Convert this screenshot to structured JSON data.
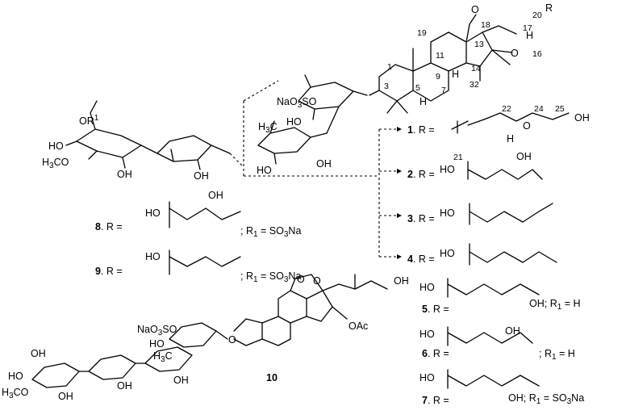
{
  "atoms": {
    "or1": "OR",
    "or1_sup": "1",
    "ho_a": "HO",
    "h3co_a": "H",
    "h3co_b": "3",
    "h3co_c": "CO",
    "oh_a": "OH",
    "oh_b": "OH",
    "nao3so_a": "NaO",
    "nao3so_b": "3",
    "nao3so_c": "SO",
    "ho_b": "HO",
    "h3c_a": "H",
    "h3c_b": "3",
    "h3c_c": "C",
    "ho_c": "HO",
    "oh_c": "OH",
    "o_aldehyde": "O",
    "o_ether": "O",
    "h_17": "H",
    "h_9": "H",
    "h_5": "H",
    "r_top": "R",
    "oh_25": "OH",
    "o_24": "O",
    "h_24": "H"
  },
  "numbering": [
    "19",
    "1",
    "11",
    "9",
    "3",
    "5",
    "7",
    "14",
    "32",
    "13",
    "18",
    "20",
    "17",
    "16",
    "22",
    "24",
    "25",
    "21"
  ],
  "compounds": [
    {
      "num": "1",
      "label": ". R ="
    },
    {
      "num": "2",
      "label": ". R =",
      "ho": "HO",
      "oh": "OH"
    },
    {
      "num": "3",
      "label": ". R =",
      "ho": "HO"
    },
    {
      "num": "4",
      "label": ". R =",
      "ho": "HO"
    },
    {
      "num": "5",
      "label": ". R =",
      "ho": "HO",
      "oh": "OH",
      "r1": "; R",
      "r1_sub": "1",
      "r1_val": " = H"
    },
    {
      "num": "6",
      "label": ". R =",
      "ho": "HO",
      "oh": "OH",
      "r1": "; R",
      "r1_sub": "1",
      "r1_val": " = H"
    },
    {
      "num": "7",
      "label": ". R =",
      "ho": "HO",
      "oh": "OH",
      "r1": "; R",
      "r1_sub": "1",
      "r1_val": " = SO",
      "r1_sub2": "3",
      "r1_val2": "Na"
    },
    {
      "num": "8",
      "label": ". R =",
      "ho": "HO",
      "oh": "OH",
      "r1": "; R",
      "r1_sub": "1",
      "r1_val": " = SO",
      "r1_sub2": "3",
      "r1_val2": "Na"
    },
    {
      "num": "9",
      "label": ". R =",
      "ho": "HO",
      "r1": "; R",
      "r1_sub": "1",
      "r1_val": " = SO",
      "r1_sub2": "3",
      "r1_val2": "Na"
    }
  ],
  "compound10": {
    "num": "10",
    "o1": "O",
    "o2": "O",
    "oac": "OAc",
    "oh": "OH",
    "nao3so_a": "NaO",
    "nao3so_b": "3",
    "nao3so_c": "SO",
    "ho_a": "HO",
    "ho_b": "HO",
    "oh_a": "OH",
    "oh_b": "OH",
    "oh_c": "OH",
    "oh_d": "OH",
    "h3co_a": "H",
    "h3co_b": "3",
    "h3co_c": "CO",
    "h3c_a": "H",
    "h3c_b": "3",
    "h3c_c": "C",
    "o_glyc": "O"
  }
}
